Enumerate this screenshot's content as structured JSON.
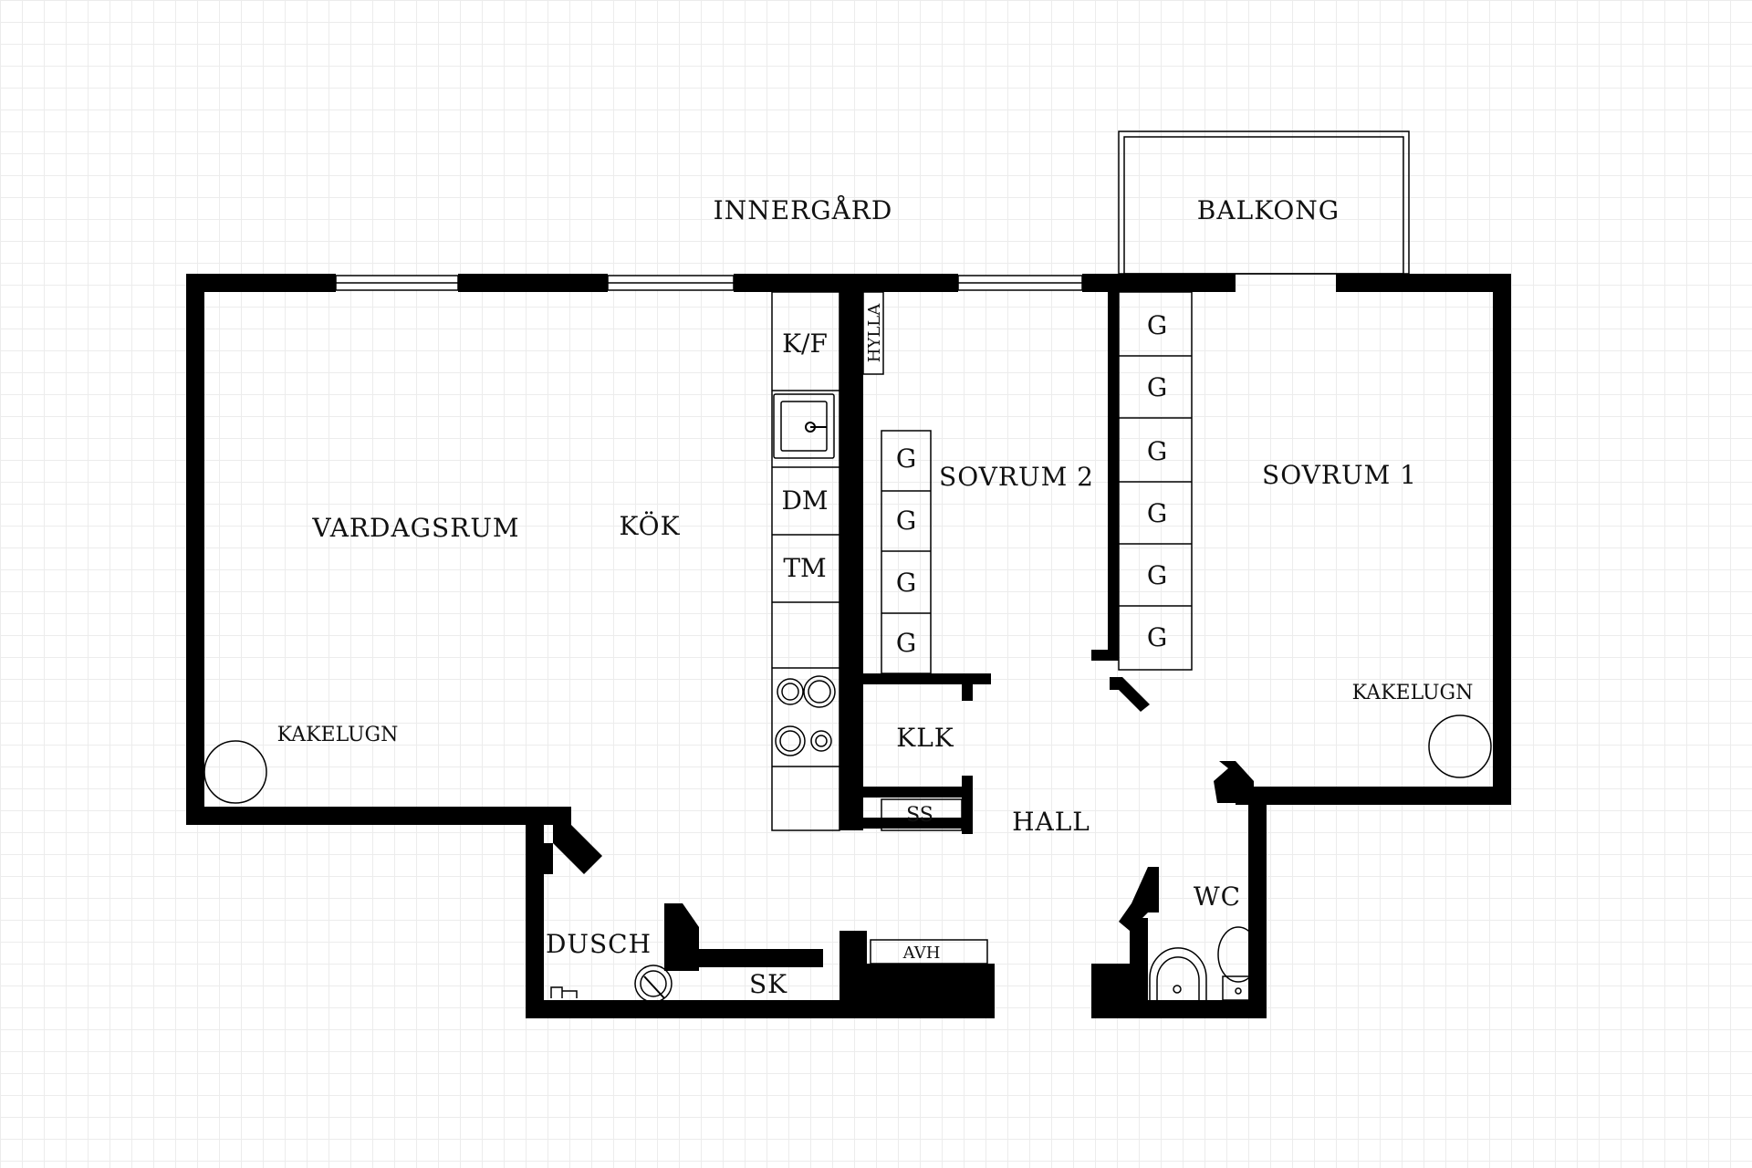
{
  "plan": {
    "outside": {
      "courtyard": "INNERGÅRD",
      "balcony": "BALKONG"
    },
    "rooms": {
      "living_room": "VARDAGSRUM",
      "kitchen": "KÖK",
      "bedroom_2": "SOVRUM 2",
      "bedroom_1": "SOVRUM 1",
      "hall": "HALL",
      "wc": "WC",
      "shower": "DUSCH"
    },
    "fixtures": {
      "tiled_stove_left": "KAKELUGN",
      "tiled_stove_right": "KAKELUGN",
      "fridge_freezer": "K/F",
      "dishwasher": "DM",
      "dryer": "TM",
      "shelf": "HYLLA",
      "closet_klk": "KLK",
      "closet_ss": "SS",
      "closet_sk": "SK",
      "drying_rack": "AVH",
      "wardrobe": "G"
    }
  }
}
